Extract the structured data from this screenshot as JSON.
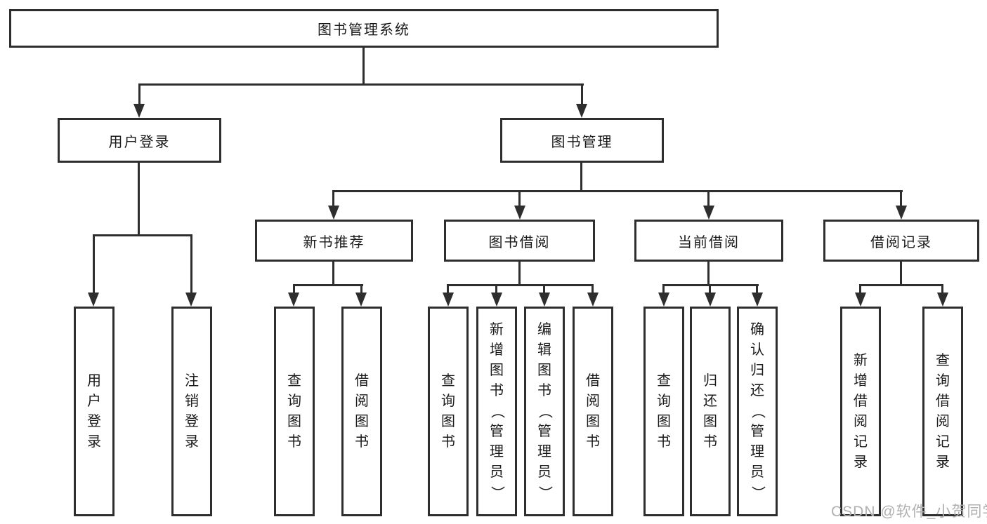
{
  "diagram": {
    "root": "图书管理系统",
    "level2": [
      "用户登录",
      "图书管理"
    ],
    "user_login_children": [
      "用户登录",
      "注销登录"
    ],
    "book_mgmt_children": [
      "新书推荐",
      "图书借阅",
      "当前借阅",
      "借阅记录"
    ],
    "new_book_children": [
      "查询图书",
      "借阅图书"
    ],
    "book_borrow_children": [
      "查询图书",
      "新增图书（管理员）",
      "编辑图书（管理员）",
      "借阅图书"
    ],
    "current_borrow_children": [
      "查询图书",
      "归还图书",
      "确认归还（管理员）"
    ],
    "borrow_record_children": [
      "新增借阅记录",
      "查询借阅记录"
    ]
  },
  "watermark": {
    "text": "CSDN @软件_小贺同学",
    "color": "#b0b0b0"
  },
  "colors": {
    "line": "#2e2e2e",
    "text": "#1a1a1a",
    "background": "#ffffff"
  }
}
